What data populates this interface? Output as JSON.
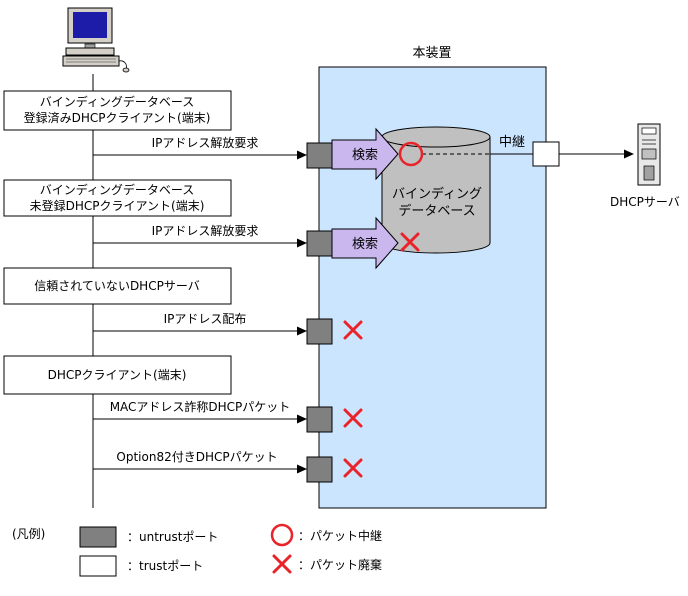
{
  "device_title": "本装置",
  "client_label": "",
  "boxes": [
    {
      "lines": [
        "バインディングデータベース",
        "登録済みDHCPクライアント(端末)"
      ]
    },
    {
      "lines": [
        "バインディングデータベース",
        "未登録DHCPクライアント(端末)"
      ]
    },
    {
      "lines": [
        "信頼されていないDHCPサーバ"
      ]
    },
    {
      "lines": [
        "DHCPクライアント(端末)"
      ]
    }
  ],
  "arrows": [
    {
      "label": "IPアドレス解放要求"
    },
    {
      "label": "IPアドレス解放要求"
    },
    {
      "label": "IPアドレス配布"
    },
    {
      "label": "MACアドレス詐称DHCPパケット"
    },
    {
      "label": "Option82付きDHCPパケット"
    }
  ],
  "search_label": "検索",
  "database_lines": [
    "バインディング",
    "データベース"
  ],
  "relay_label": "中継",
  "server_label": "DHCPサーバ",
  "legend": {
    "title": "(凡例)",
    "untrust": "：untrustポート",
    "trust": "：trustポート",
    "relay": "：パケット中継",
    "discard": "：パケット廃棄"
  },
  "colors": {
    "device_fill": "#cce5ff",
    "untrust_port": "#808080",
    "search_arrow": "#c9b7ee",
    "mark_red": "#e8242a"
  }
}
